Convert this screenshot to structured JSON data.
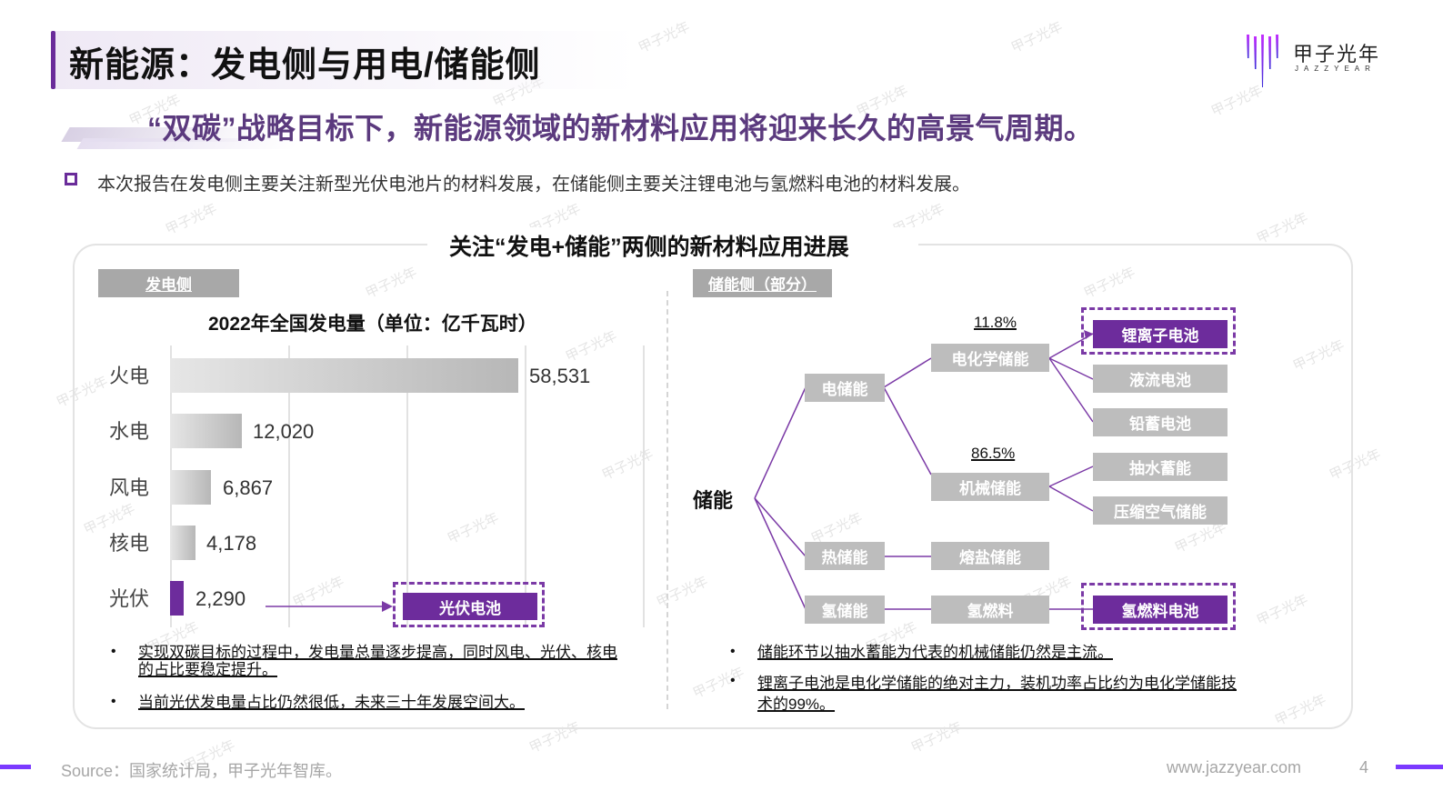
{
  "header": {
    "title": "新能源：发电侧与用电/储能侧",
    "logo": {
      "cn": "甲子光年",
      "en": "JAZZYEAR",
      "icon": "jazzyear-bars-icon"
    }
  },
  "slogan": "“双碳”战略目标下，新能源领域的新材料应用将迎来长久的高景气周期。",
  "intro": {
    "icon": "hollow-square-bullet-icon",
    "text": "本次报告在发电侧主要关注新型光伏电池片的材料发展，在储能侧主要关注锂电池与氢燃料电池的材料发展。"
  },
  "card": {
    "title": "关注“发电+储能”两侧的新材料应用进展",
    "left": {
      "tab": "发电侧",
      "chart_title": "2022年全国发电量（单位：亿千瓦时）",
      "highlight_box": "光伏电池",
      "bullets": [
        "实现双碳目标的过程中，发电量总量逐步提高，同时风电、光伏、核电的占比要稳定提升。",
        "当前光伏发电量占比仍然很低，未来三十年发展空间大。"
      ]
    },
    "right": {
      "tab": "储能侧（部分）",
      "tree": {
        "root": "储能",
        "level1": [
          "电储能",
          "热储能",
          "氢储能"
        ],
        "level2": [
          "电化学储能",
          "机械储能",
          "熔盐储能",
          "氢燃料"
        ],
        "level3": [
          "锂离子电池",
          "液流电池",
          "铅蓄电池",
          "抽水蓄能",
          "压缩空气储能",
          "氢燃料电池"
        ],
        "percentages": {
          "electrochemical": "11.8%",
          "mechanical": "86.5%"
        }
      },
      "bullets": [
        "储能环节以抽水蓄能为代表的机械储能仍然是主流。",
        "锂离子电池是电化学储能的绝对主力，装机功率占比约为电化学储能技术的99%。"
      ]
    }
  },
  "footer": {
    "source": "Source：国家统计局，甲子光年智库。",
    "website": "www.jazzyear.com",
    "page_number": "4"
  },
  "watermark": "甲子光年",
  "colors": {
    "accent": "#6d2c9c",
    "slogan": "#5b3a7e",
    "node_gray": "#bdbdbd",
    "footer_bar": "#7b3aff"
  },
  "chart_data": {
    "type": "bar",
    "orientation": "horizontal",
    "title": "2022年全国发电量（单位：亿千瓦时）",
    "categories": [
      "火电",
      "水电",
      "风电",
      "核电",
      "光伏"
    ],
    "values": [
      58531,
      12020,
      6867,
      4178,
      2290
    ],
    "value_labels": [
      "58,531",
      "12,020",
      "6,867",
      "4,178",
      "2,290"
    ],
    "highlight": "光伏",
    "xlabel": "",
    "ylabel": "",
    "xlim": [
      0,
      80000
    ],
    "grid": true,
    "legend": "none"
  }
}
